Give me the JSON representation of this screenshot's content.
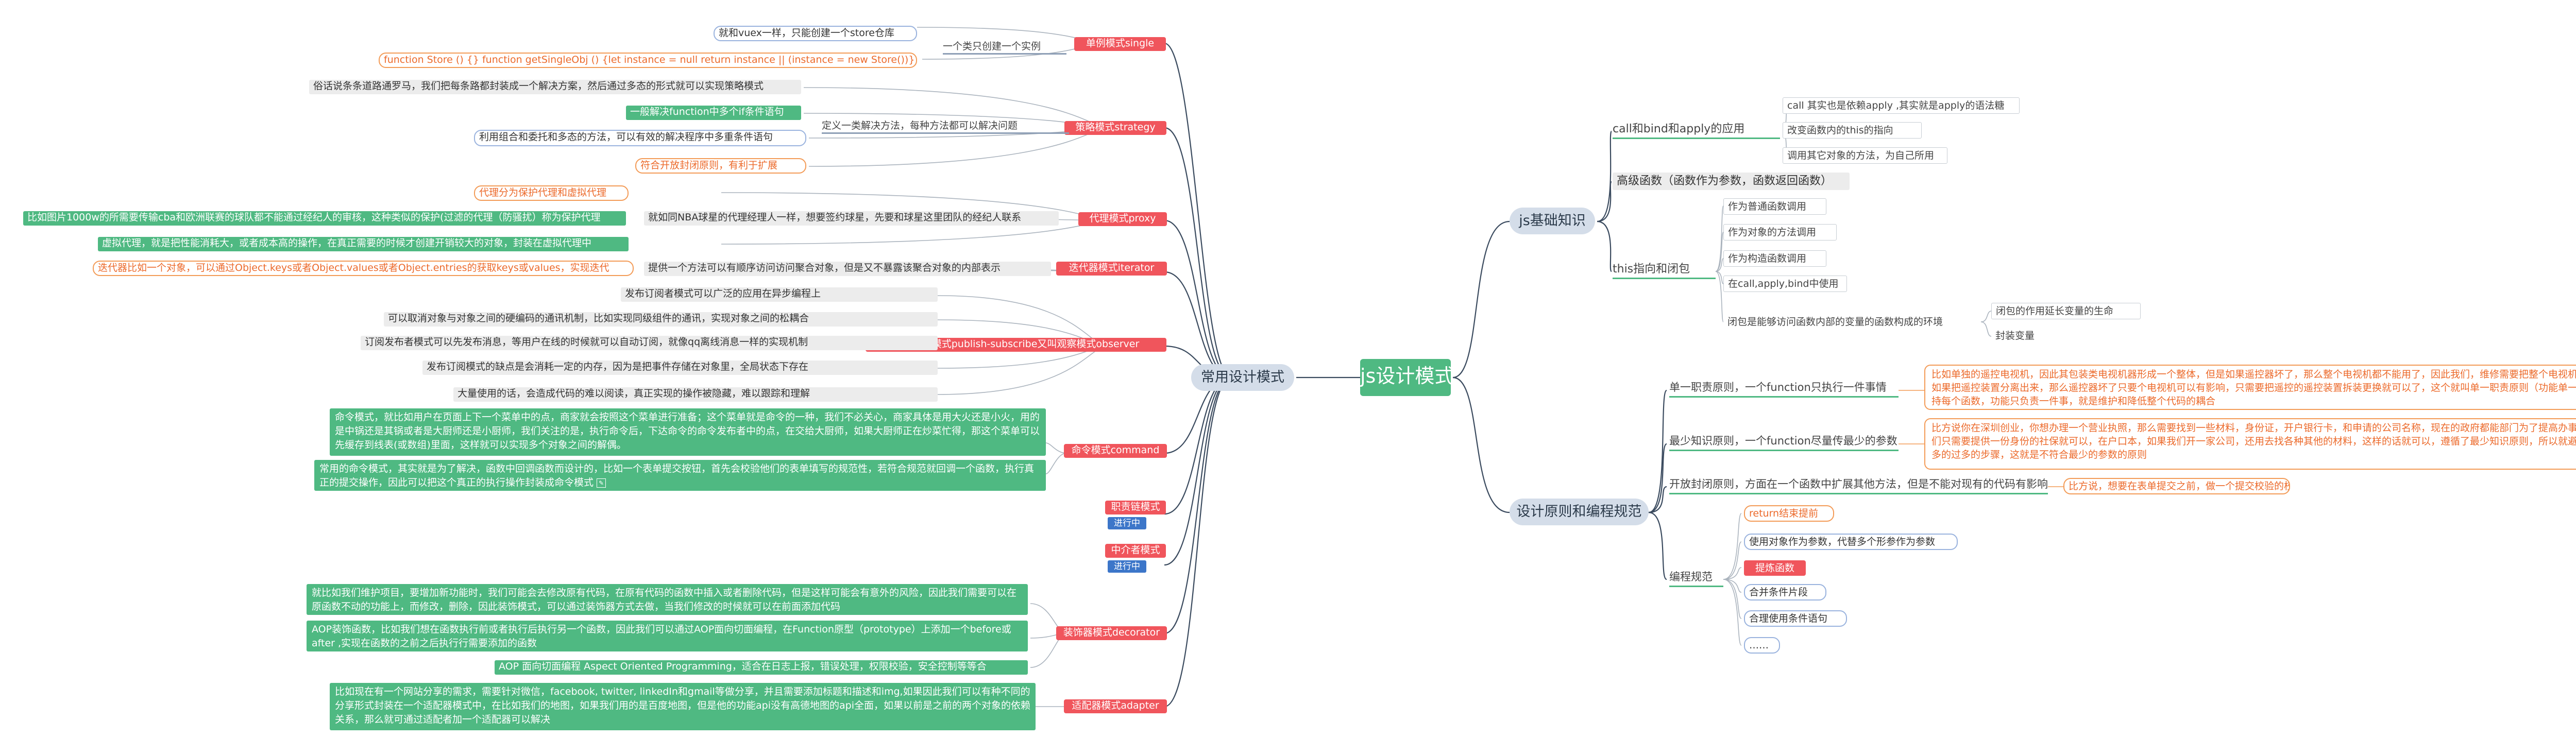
{
  "root": "js设计模式",
  "design_patterns": {
    "label": "常用设计模式",
    "singleton": {
      "label": "单例模式single",
      "desc": "一个类只创建一个实例",
      "items": [
        "就和vuex一样，只能创建一个store仓库",
        "function Store () {} function getSingleObj () {let instance = null return instance || (instance = new Store())}"
      ]
    },
    "strategy": {
      "label": "策略模式strategy",
      "desc": "定义一类解决方法，每种方法都可以解决问题",
      "items": [
        "俗话说条条道路通罗马，我们把每条路都封装成一个解决方案，然后通过多态的形式就可以实现策略模式",
        "一般解决function中多个if条件语句",
        "利用组合和委托和多态的方法，可以有效的解决程序中多重条件语句",
        "符合开放封闭原则，有利于扩展"
      ]
    },
    "proxy": {
      "label": "代理模式proxy",
      "desc": "就如同NBA球星的代理经理人一样，想要签约球星，先要和球星这里团队的经纪人联系",
      "items": [
        "代理分为保护代理和虚拟代理",
        "比如图片1000w的所需要传输cba和欧洲联赛的球队都不能通过经纪人的审核，这种类似的保护(过滤的代理（防骚扰）称为保护代理",
        "虚拟代理，就是把性能消耗大，或者成本高的操作，在真正需要的时候才创建开销较大的对象，封装在虚拟代理中"
      ]
    },
    "iterator": {
      "label": "迭代器模式iterator",
      "desc": "提供一个方法可以有顺序访问访问聚合对象，但是又不暴露该聚合对象的内部表示",
      "items": [
        "迭代器比如一个对象，可以通过Object.keys或者Object.values或者Object.entries的获取keys或values，实现迭代"
      ]
    },
    "observer": {
      "label": "发布订阅模式publish-subscribe又叫观察模式observer",
      "items": [
        "发布订阅者模式可以广泛的应用在异步编程上",
        "可以取消对象与对象之间的硬编码的通讯机制，比如实现同级组件的通讯，实现对象之间的松耦合",
        "订阅发布者模式可以先发布消息，等用户在线的时候就可以自动订阅，就像qq离线消息一样的实现机制",
        "发布订阅模式的缺点是会消耗一定的内存，因为是把事件存储在对象里，全局状态下存在",
        "大量使用的话，会造成代码的难以阅读，真正实现的操作被隐藏，难以跟踪和理解"
      ]
    },
    "command": {
      "label": "命令模式command",
      "items": [
        "命令模式，就比如用户在页面上下一个菜单中的点，商家就会按照这个菜单进行准备；这个菜单就是命令的一种，我们不必关心，商家具体是用大火还是小火，用的是中锅还是其锅或者是大厨师还是小厨师，我们关注的是，执行命令后，下达命令的命令发布者中的点，在交给大厨师，如果大厨师正在炒菜忙得，那这个菜单可以先缓存到线表(或数组)里面，这样就可以实现多个对象之间的解偶。",
        "常用的命令模式，其实就是为了解决，函数中回调函数而设计的，比如一个表单提交按钮，首先会校验他们的表单填写的规范性，若符合规范就回调一个函数，执行真正的提交操作，因此可以把这个真正的执行操作封装成命令模式"
      ]
    },
    "mediator": {
      "label": "职责链模式",
      "badge": "进行中"
    },
    "mediator2": {
      "label": "中介者模式",
      "badge": "进行中"
    },
    "decorator": {
      "label": "装饰器模式decorator",
      "items": [
        "就比如我们维护项目，要增加新功能时，我们可能会去修改原有代码，在原有代码的函数中插入或者删除代码，但是这样可能会有意外的风险，因此我们需要可以在原函数不动的功能上，而修改，删除，因此装饰模式，可以通过装饰器方式去做，当我们修改的时候就可以在前面添加代码",
        "AOP装饰函数，比如我们想在函数执行前或者执行后执行另一个函数，因此我们可以通过AOP面向切面编程，在Function原型（prototype）上添加一个before或after ,实现在函数的之前之后执行行需要添加的函数",
        "AOP 面向切面编程 Aspect Oriented Programming，适合在日志上报，错误处理，权限校验，安全控制等等合"
      ]
    },
    "adapter": {
      "label": "适配器模式adapter",
      "items": [
        "比如现在有一个网站分享的需求，需要针对微信，facebook, twitter, linkedIn和gmail等做分享，并且需要添加标题和描述和img,如果因此我们可以有种不同的分享形式封装在一个适配器模式中，在比如我们的地图，如果我们用的是百度地图，但是他的功能api没有高德地图的api全面，如果以前是之前的两个对象的依赖关系，那么就可通过适配者加一个适配器可以解决"
      ]
    }
  },
  "js_basics": {
    "label": "js基础知识",
    "call_bind_apply": {
      "label": "call和bind和apply的应用",
      "items": [
        "call 其实也是依赖apply ,其实就是apply的语法糖",
        "改变函数内的this的指向",
        "调用其它对象的方法，为自己所用"
      ]
    },
    "higher_order": {
      "label": "高级函数（函数作为参数，函数返回函数）"
    },
    "this_closure": {
      "label": "this指向和闭包",
      "items": [
        "作为普通函数调用",
        "作为对象的方法调用",
        "作为构造函数调用",
        "在call,apply,bind中使用",
        "闭包是能够访问函数内部的变量的函数构成的环境"
      ],
      "closure_items": [
        "闭包的作用延长变量的生命",
        "封装变量"
      ]
    }
  },
  "principles": {
    "label": "设计原则和编程规范",
    "srp": {
      "label": "单一职责原则，一个function只执行一件事情",
      "detail": "比如单独的遥控电视机，因此其包装类电视机器形成一个整体，但是如果遥控器坏了，那么整个电视机都不能用了，因此我们，维修需要把整个电视机都拆出，如果把遥控装置分离出来，那么遥控器坏了只要个电视机可以有影响，只需要把遥控的遥控装置拆装更换就可以了，这个就叫单一职责原则（功能单一），就是维持每个函数，功能只负责一件事，就是维护和降低整个代码的耦合"
    },
    "lkp": {
      "label": "最少知识原则，一个function尽量传最少的参数",
      "detail": "比方说你在深圳创业，你想办理一个营业执照，那么需要找到一些材料，身份证，开户银行卡，和申请的公司名称，现在的政府都能部门为了提高办事效率，我们只需要提供一份身份的社保就可以，在户口本，如果我们开一家公司，还用去找各种其他的材料，这样的话就可以，遵循了最少知识原则，所以就避免了那么多的过多的步骤，这就是不符合最少的参数的原则"
    },
    "ocp": {
      "label": "开放封闭原则，方面在一个函数中扩展其他方法，但是不能对现有的代码有影响",
      "detail": "比方说，想要在表单提交之前，做一个提交校验的校验"
    },
    "coding": {
      "label": "编程规范",
      "items": [
        "return结束提前",
        "使用对象作为参数，代替多个形参作为参数",
        "提炼函数",
        "合并条件片段",
        "合理使用条件语句",
        "……"
      ]
    }
  },
  "colors": {
    "branch": "#3a4a5e",
    "green": "#4fb982",
    "red": "#f0555c",
    "orange": "#f39b57",
    "blue": "#3c76c9"
  }
}
